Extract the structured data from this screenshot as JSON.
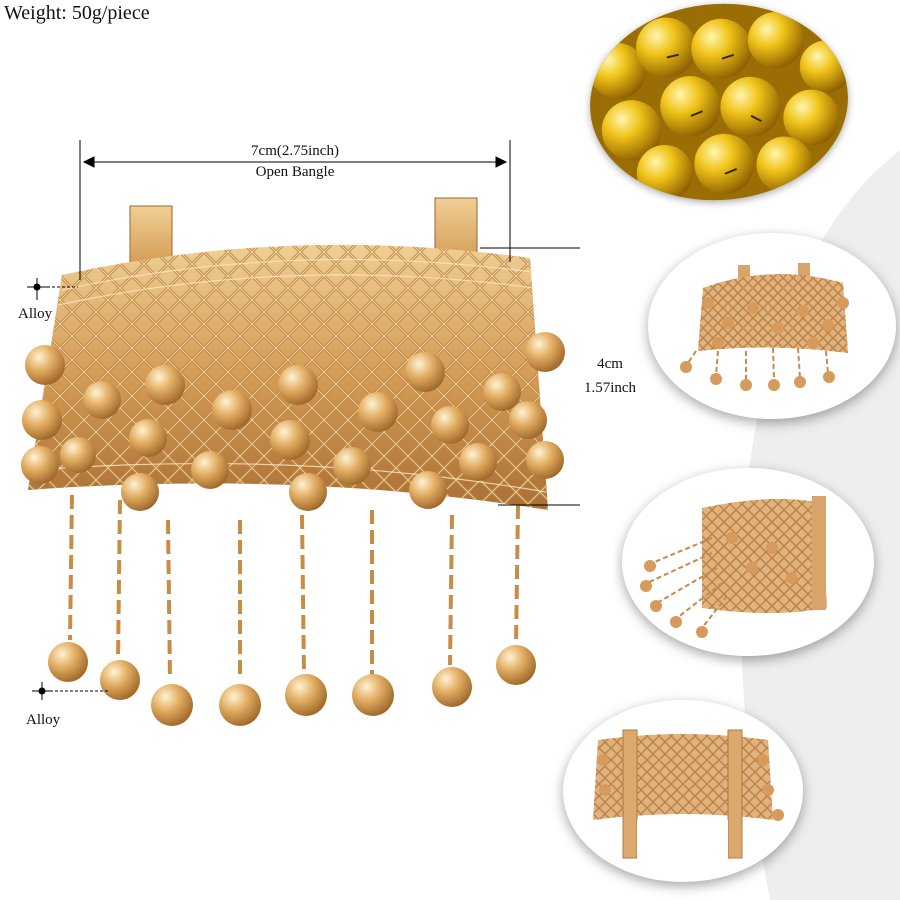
{
  "weight_label": "Weight: 50g/piece",
  "dimensions": {
    "width_value": "7cm(2.75inch)",
    "width_note": "Open Bangle",
    "height_value": "4cm",
    "height_inch": "1.57inch"
  },
  "callouts": {
    "top_material": "Alloy",
    "bottom_material": "Alloy"
  },
  "colors": {
    "gold": "#d8a45e",
    "gold_light": "#f2d29c",
    "gold_dark": "#a36b2f",
    "bell_gold": "#e6b21a",
    "swoosh_gray": "#efefef"
  },
  "icons": [
    "bell-icon",
    "bracelet-icon"
  ]
}
